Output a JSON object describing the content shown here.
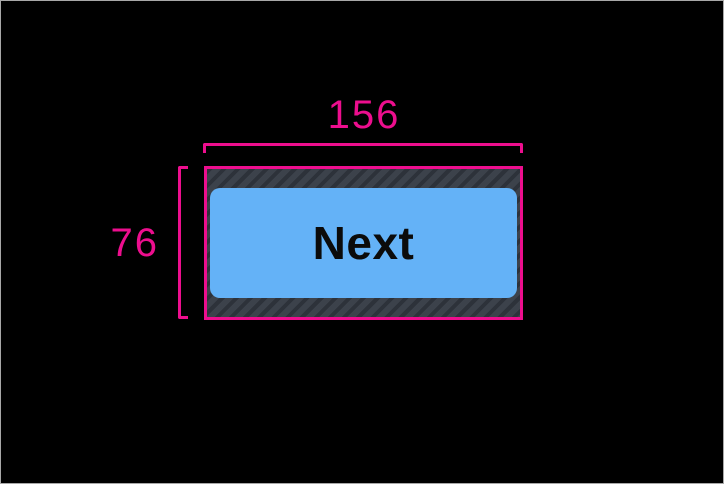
{
  "dimensions": {
    "width_label": "156",
    "height_label": "76"
  },
  "button": {
    "label": "Next"
  },
  "colors": {
    "background": "#000000",
    "frame_border": "#a8a8a8",
    "annotation_pink": "#ed0e8e",
    "button_blue": "#64b2f7",
    "button_text": "#0b0b0b",
    "hatch_base": "#3c424b",
    "hatch_stripe": "#2d323a"
  }
}
